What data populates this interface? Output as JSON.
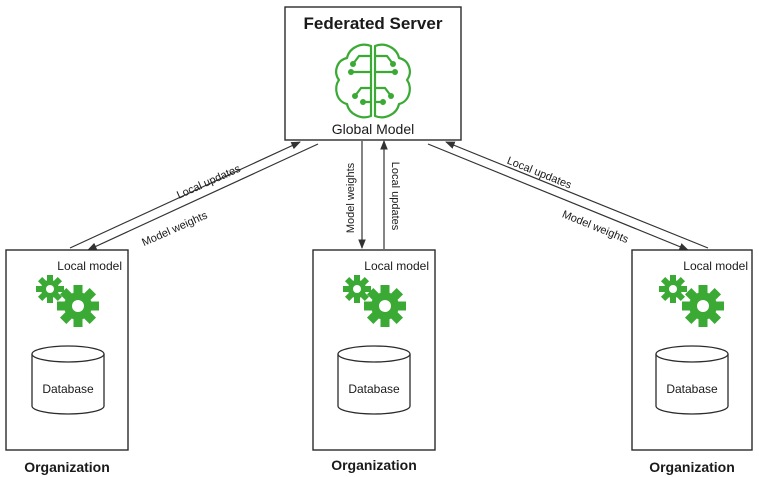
{
  "server": {
    "title": "Federated Server",
    "model_label": "Global Model",
    "icon": "brain-circuit-icon"
  },
  "organizations": [
    {
      "label": "Organization",
      "local_model_label": "Local model",
      "database_label": "Database"
    },
    {
      "label": "Organization",
      "local_model_label": "Local model",
      "database_label": "Database"
    },
    {
      "label": "Organization",
      "local_model_label": "Local model",
      "database_label": "Database"
    }
  ],
  "edges": {
    "left_up": "Local updates",
    "left_down": "Model weights",
    "middle_down": "Model weights",
    "middle_up": "Local updates",
    "right_up": "Local updates",
    "right_down": "Model weights"
  },
  "colors": {
    "accent": "#3aaa35",
    "stroke": "#2b2b2b"
  }
}
